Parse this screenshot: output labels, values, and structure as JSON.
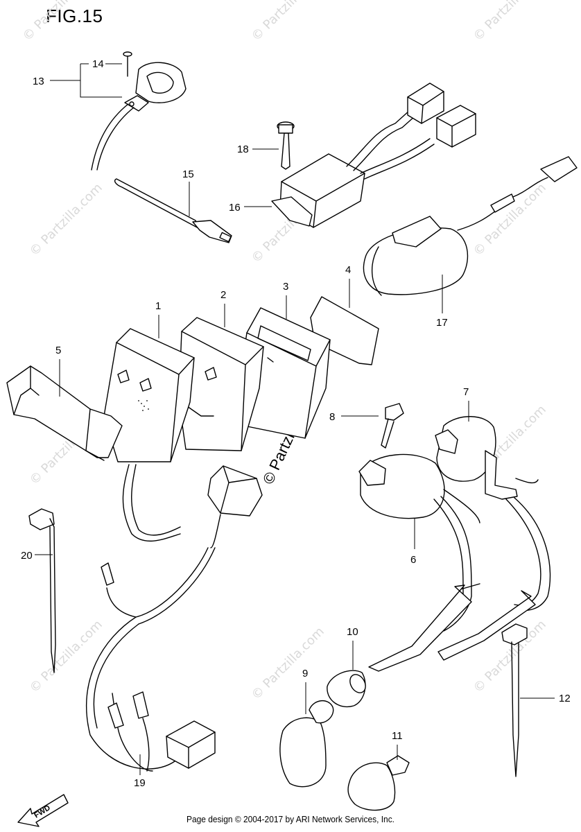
{
  "figure": {
    "title": "FIG.15",
    "footer": "Page design © 2004-2017 by ARI Network Services, Inc.",
    "watermark": "© Partzilla.com",
    "direction_label": "FWD"
  },
  "callouts": [
    "1",
    "2",
    "3",
    "4",
    "5",
    "6",
    "7",
    "8",
    "9",
    "10",
    "11",
    "12",
    "13",
    "14",
    "15",
    "16",
    "17",
    "18",
    "19",
    "20"
  ]
}
